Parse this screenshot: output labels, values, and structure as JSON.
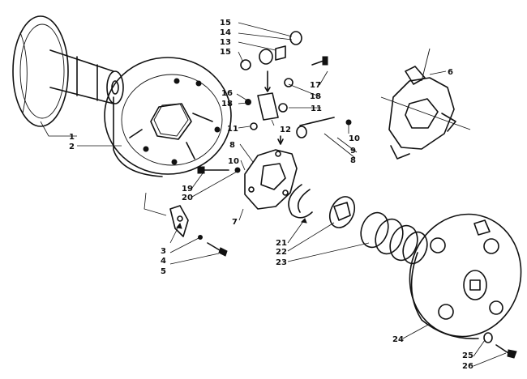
{
  "callouts": [
    {
      "id": "c1",
      "text": "1"
    },
    {
      "id": "c2",
      "text": "2"
    },
    {
      "id": "c3",
      "text": "3"
    },
    {
      "id": "c4",
      "text": "4"
    },
    {
      "id": "c5",
      "text": "5"
    },
    {
      "id": "c6",
      "text": "6"
    },
    {
      "id": "c7",
      "text": "7"
    },
    {
      "id": "c8a",
      "text": "8"
    },
    {
      "id": "c8b",
      "text": "8"
    },
    {
      "id": "c9",
      "text": "9"
    },
    {
      "id": "c10a",
      "text": "10"
    },
    {
      "id": "c10b",
      "text": "10"
    },
    {
      "id": "c11a",
      "text": "11"
    },
    {
      "id": "c11b",
      "text": "11"
    },
    {
      "id": "c12",
      "text": "12"
    },
    {
      "id": "c13",
      "text": "13"
    },
    {
      "id": "c14",
      "text": "14"
    },
    {
      "id": "c15a",
      "text": "15"
    },
    {
      "id": "c15b",
      "text": "15"
    },
    {
      "id": "c16",
      "text": "16"
    },
    {
      "id": "c17",
      "text": "17"
    },
    {
      "id": "c18a",
      "text": "18"
    },
    {
      "id": "c18b",
      "text": "18"
    },
    {
      "id": "c19",
      "text": "19"
    },
    {
      "id": "c20",
      "text": "20"
    },
    {
      "id": "c21",
      "text": "21"
    },
    {
      "id": "c22",
      "text": "22"
    },
    {
      "id": "c23",
      "text": "23"
    },
    {
      "id": "c24",
      "text": "24"
    },
    {
      "id": "c25",
      "text": "25"
    },
    {
      "id": "c26",
      "text": "26"
    }
  ]
}
